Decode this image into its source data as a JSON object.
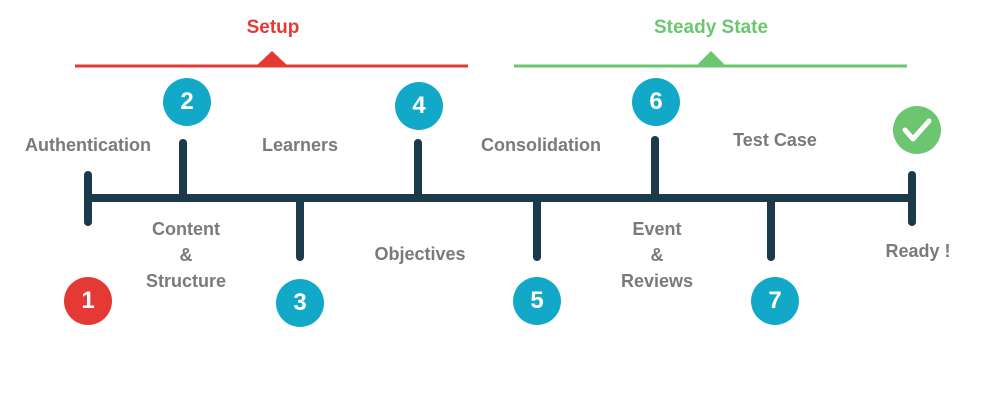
{
  "colors": {
    "setup": "#e53935",
    "steady": "#6cc56f",
    "step": "#12a9c9",
    "line": "#1b3a4b",
    "text": "#7a7a7a",
    "check": "#6cc56f"
  },
  "phases": {
    "setup": "Setup",
    "steady": "Steady State"
  },
  "steps": [
    {
      "number": "1",
      "label": "Authentication"
    },
    {
      "number": "2",
      "label": "Content\n&\nStructure"
    },
    {
      "number": "3",
      "label": "Learners"
    },
    {
      "number": "4",
      "label": "Objectives"
    },
    {
      "number": "5",
      "label": "Consolidation"
    },
    {
      "number": "6",
      "label": "Event\n&\nReviews"
    },
    {
      "number": "7",
      "label": "Test Case"
    }
  ],
  "final": {
    "label": "Ready !",
    "icon": "check-icon"
  }
}
